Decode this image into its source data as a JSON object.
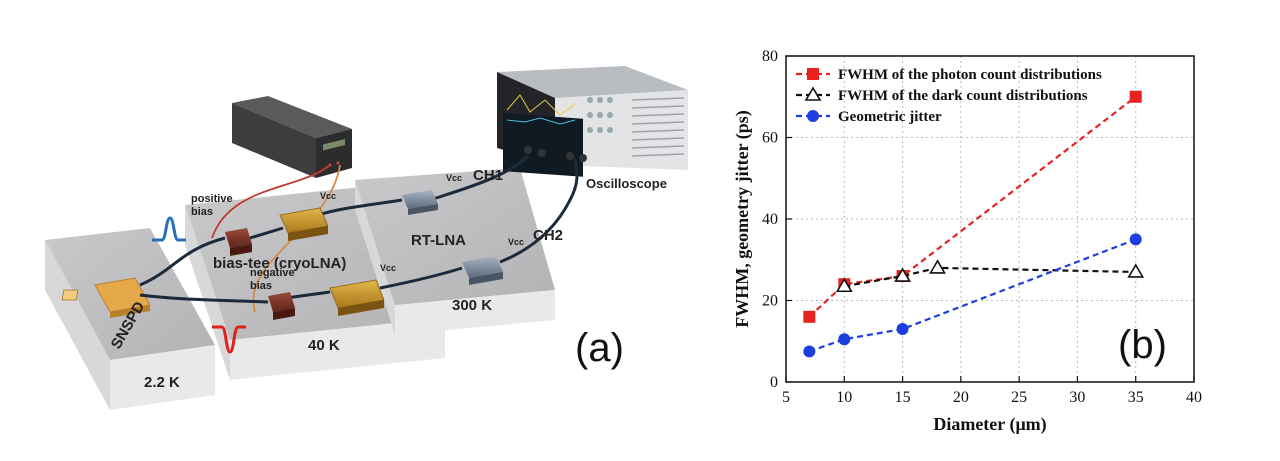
{
  "diagram": {
    "panel_label": "(a)",
    "stages": {
      "snspd": "SNSPD",
      "temp_2k": "2.2 K",
      "temp_40k": "40 K",
      "temp_300k": "300 K",
      "rt_lna": "RT-LNA",
      "bias_tee": "bias-tee (cryoLNA)"
    },
    "labels": {
      "positive_bias": "positive\nbias",
      "negative_bias": "negative\nbias",
      "vcc": "Vcc",
      "ch1": "CH1",
      "ch2": "CH2",
      "oscilloscope": "Oscilloscope"
    },
    "colors": {
      "positive_pulse": "#2a6fb5",
      "negative_pulse": "#e0201b",
      "red_wire": "#c0392b",
      "orange_wire": "#d58a4a",
      "coax": "#1c2a3a"
    }
  },
  "chart_data": {
    "type": "scatter",
    "panel_label": "(b)",
    "title": "",
    "xlabel": "Diameter (μm)",
    "ylabel": "FWHM, geometry jitter (ps)",
    "xlim": [
      5,
      40
    ],
    "ylim": [
      0,
      80
    ],
    "xticks": [
      5,
      10,
      15,
      20,
      25,
      30,
      35,
      40
    ],
    "yticks": [
      0,
      20,
      40,
      60,
      80
    ],
    "grid": true,
    "legend_position": "top-left",
    "series": [
      {
        "name": "FWHM of the photon count distributions",
        "marker": "square",
        "color": "#e8231f",
        "line": "dashed",
        "x": [
          7,
          10,
          15,
          35
        ],
        "y": [
          16,
          24,
          26,
          70
        ]
      },
      {
        "name": "FWHM of the dark count distributions",
        "marker": "open-triangle",
        "color": "#111111",
        "line": "dashed",
        "x": [
          10,
          15,
          18,
          35
        ],
        "y": [
          23.5,
          26,
          28,
          27
        ]
      },
      {
        "name": "Geometric jitter",
        "marker": "circle",
        "color": "#1e3fe0",
        "line": "dashed",
        "x": [
          7,
          10,
          15,
          35
        ],
        "y": [
          7.5,
          10.5,
          13,
          35
        ]
      }
    ]
  }
}
